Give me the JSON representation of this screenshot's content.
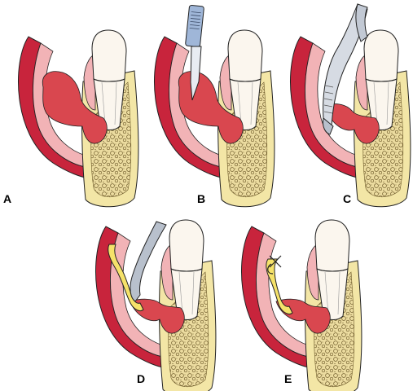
{
  "panels": [
    {
      "label": "A",
      "step": "abscess"
    },
    {
      "label": "B",
      "step": "incision-with-scalpel"
    },
    {
      "label": "C",
      "step": "blunt-dissection-with-hemostat"
    },
    {
      "label": "D",
      "step": "drain-placement"
    },
    {
      "label": "E",
      "step": "drain-sutured"
    }
  ],
  "colors": {
    "mucosa_outer": "#c8243c",
    "mucosa_inner": "#f2b3b6",
    "abscess": "#d9474f",
    "bone": "#f3e6a6",
    "cancellous": "#e8d79a",
    "tooth": "#fbf6ee",
    "drain": "#f5e26a",
    "instrument": "#9fb6d8",
    "outline": "#222222"
  },
  "icons": [
    "scalpel-icon",
    "hemostat-icon",
    "drain-icon",
    "suture-icon"
  ]
}
